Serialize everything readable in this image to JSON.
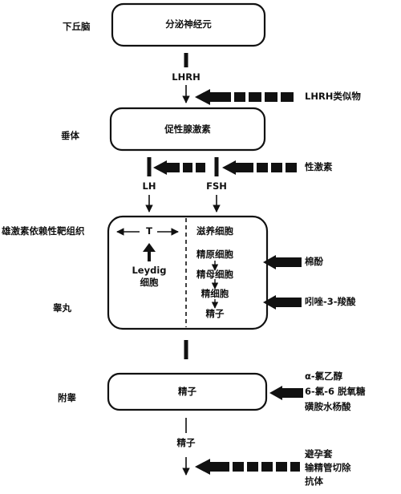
{
  "left_labels": {
    "hypothalamus": "下丘脑",
    "pituitary": "垂体",
    "androgen_targets": "雄激素依赖性靶组织",
    "testis": "睾丸",
    "epididymis": "附睾"
  },
  "boxes": {
    "hypothalamus": "分泌神经元",
    "pituitary": "促性腺激素",
    "epididymis": "精子"
  },
  "hormones": {
    "lhrh": "LHRH",
    "lh": "LH",
    "fsh": "FSH",
    "testosterone": "T"
  },
  "testis_inner": {
    "leydig_line1": "Leydig",
    "leydig_line2": "细胞",
    "sertoli": "滋养细胞",
    "spermatogonia": "精原细胞",
    "spermatocyte": "精母细胞",
    "spermatid": "精细胞",
    "sperm": "精子"
  },
  "bottom_label": "精子",
  "right_labels": {
    "lhrh_analog": "LHRH类似物",
    "sex_hormone": "性激素",
    "gossypol": "棉酚",
    "indazole": "吲唑-3-羧酸",
    "epi_agents": [
      "α-氯乙醇",
      "6-氯-6 脱氧糖",
      "磺胺水杨酸"
    ],
    "bottom_methods": [
      "避孕套",
      "输精管切除",
      "抗体"
    ]
  },
  "colors": {
    "ink": "#111111",
    "background": "#ffffff"
  }
}
